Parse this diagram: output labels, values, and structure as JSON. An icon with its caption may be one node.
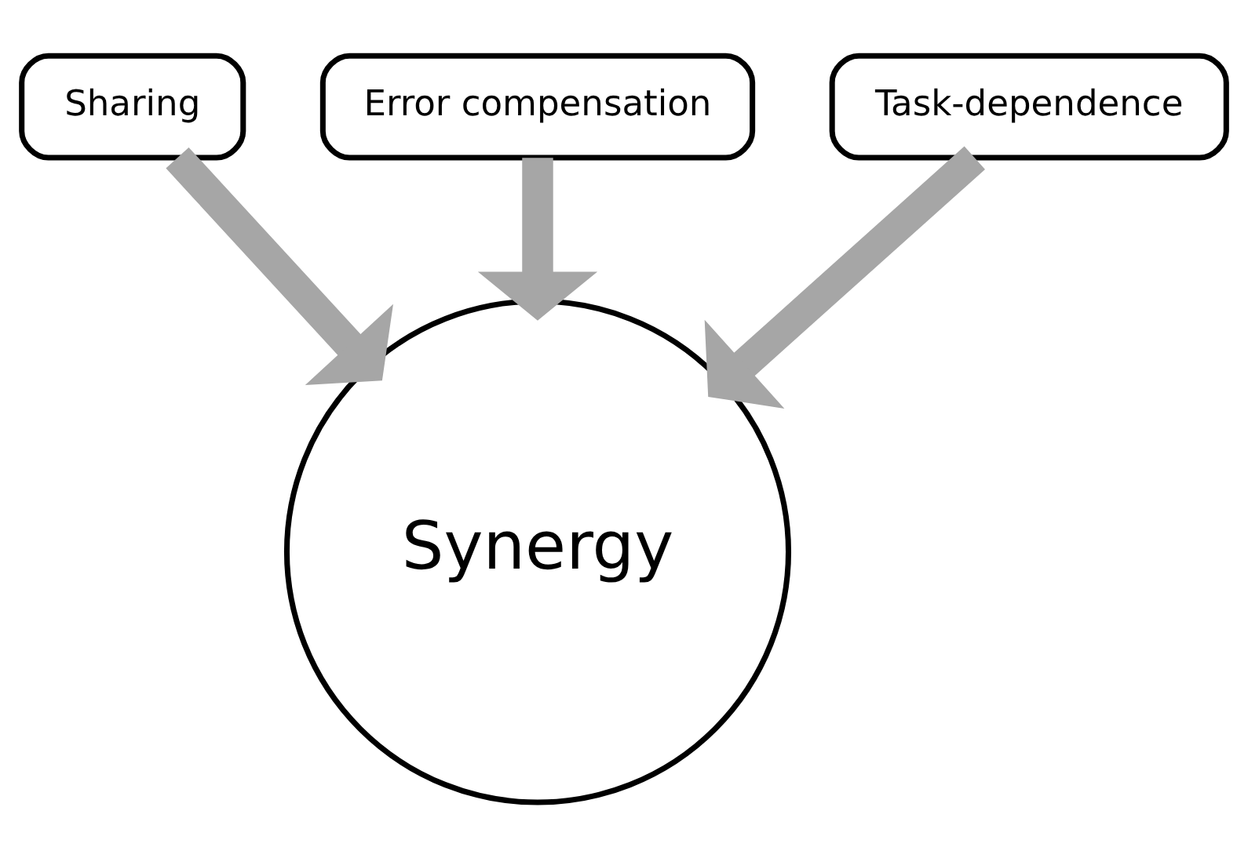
{
  "diagram": {
    "nodes": [
      {
        "text": [
          "Error compensation"
        ]
      },
      {
        "text": [
          "Sharing"
        ]
      },
      {
        "text": [
          "Task-dependence"
        ]
      },
      {
        "text": [
          "Synergy"
        ]
      }
    ],
    "edges": [
      {
        "from": 1,
        "to": 3,
        "arrow": "to"
      },
      {
        "from": 0,
        "to": 3,
        "arrow": "to"
      },
      {
        "from": 2,
        "to": 3,
        "arrow": "to"
      }
    ]
  }
}
